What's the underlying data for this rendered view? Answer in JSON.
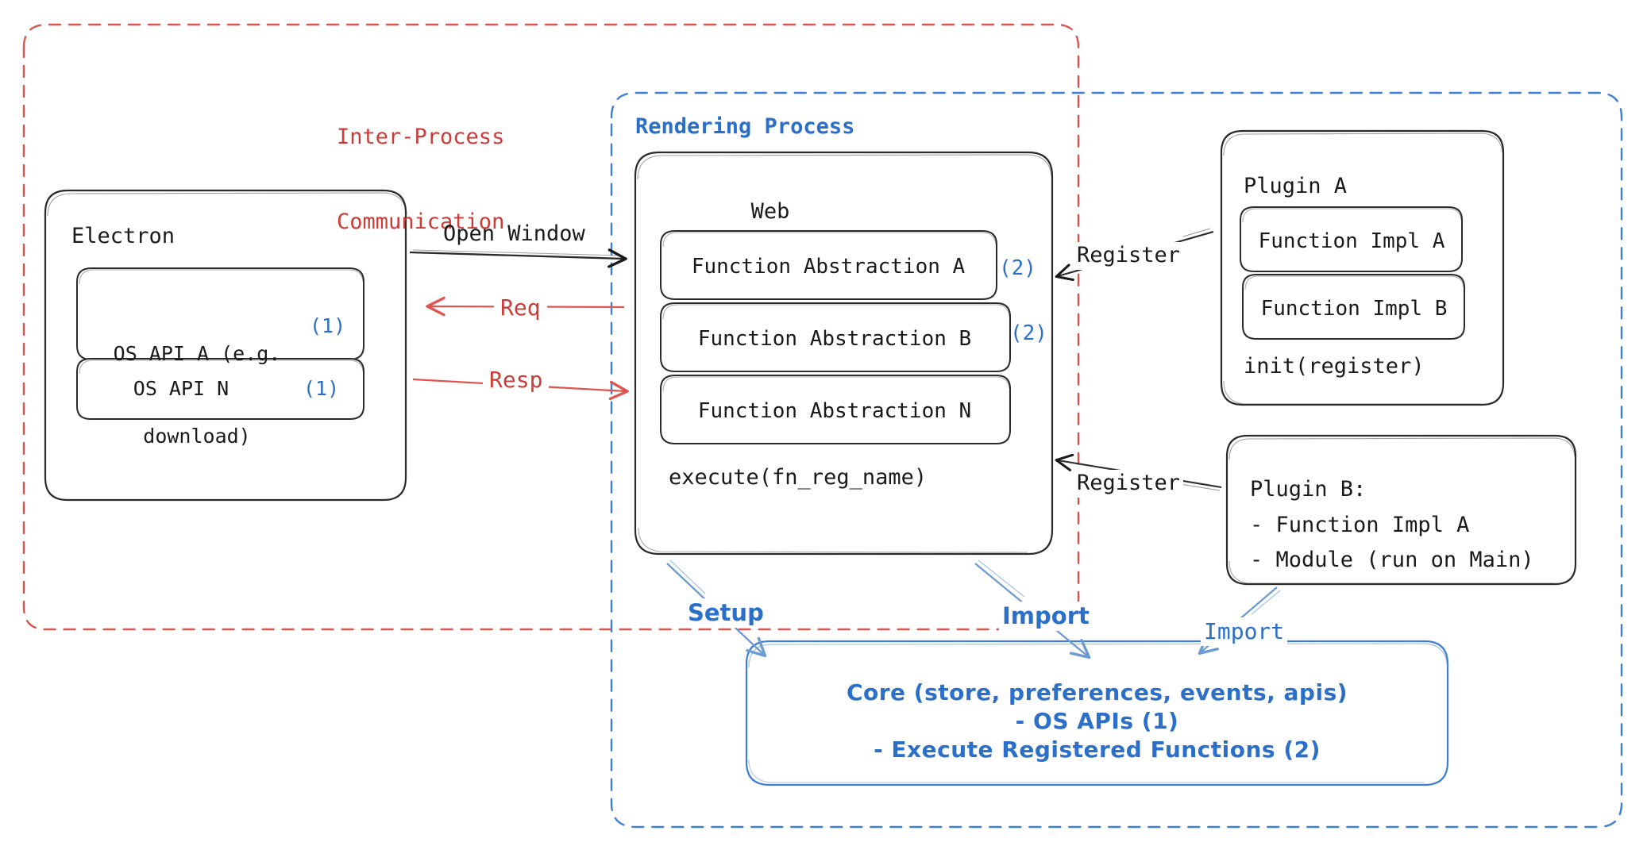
{
  "diagram": {
    "title_region_red": "Inter-Process\nCommunication",
    "colors": {
      "red": "#cc3b36",
      "blue": "#2a6fc9",
      "blue_soft": "#6c9bd2",
      "ink": "#1a1a1a"
    },
    "groups": {
      "ipc": {
        "label": "Inter-Process\nCommunication",
        "line1": "Inter-Process",
        "line2": "Communication",
        "style": "dashed-red"
      },
      "rendering": {
        "label": "Rendering Process",
        "style": "dashed-blue"
      }
    },
    "nodes": {
      "electron": {
        "title": "Electron",
        "items": [
          {
            "text": "OS API A (e.g.\ndownload)",
            "line1": "OS API A (e.g.",
            "line2": "download)",
            "badge": "(1)"
          },
          {
            "text": "OS API N",
            "line1": "OS API N",
            "badge": "(1)"
          }
        ]
      },
      "web": {
        "title": "Web",
        "items": [
          {
            "text": "Function Abstraction A",
            "badge": "(2)"
          },
          {
            "text": "Function Abstraction B",
            "badge": "(2)"
          },
          {
            "text": "Function Abstraction N",
            "badge": ""
          }
        ],
        "footer": "execute(fn_reg_name)"
      },
      "plugin_a": {
        "title": "Plugin A",
        "items": [
          {
            "text": "Function Impl A"
          },
          {
            "text": "Function Impl B"
          }
        ],
        "footer": "init(register)"
      },
      "plugin_b": {
        "title": "Plugin B:",
        "lines": [
          "- Function Impl A",
          "- Module (run on Main)"
        ]
      },
      "core": {
        "lines": [
          "Core (store, preferences, events, apis)",
          "- OS APIs (1)",
          "- Execute Registered Functions (2)"
        ]
      }
    },
    "edges": [
      {
        "id": "open-window",
        "label": "Open Window",
        "color": "ink",
        "from": "electron",
        "to": "web"
      },
      {
        "id": "req",
        "label": "Req",
        "color": "red",
        "from": "web",
        "to": "electron"
      },
      {
        "id": "resp",
        "label": "Resp",
        "color": "red",
        "from": "electron",
        "to": "web"
      },
      {
        "id": "register-a",
        "label": "Register",
        "color": "ink",
        "from": "plugin_a",
        "to": "web"
      },
      {
        "id": "register-b",
        "label": "Register",
        "color": "ink",
        "from": "plugin_b",
        "to": "web"
      },
      {
        "id": "setup",
        "label": "Setup",
        "color": "blue",
        "from": "web",
        "to": "core"
      },
      {
        "id": "import-web",
        "label": "Import",
        "color": "blue",
        "from": "web",
        "to": "core"
      },
      {
        "id": "import-plugin-b",
        "label": "Import",
        "color": "blue",
        "from": "plugin_b",
        "to": "core"
      }
    ]
  }
}
